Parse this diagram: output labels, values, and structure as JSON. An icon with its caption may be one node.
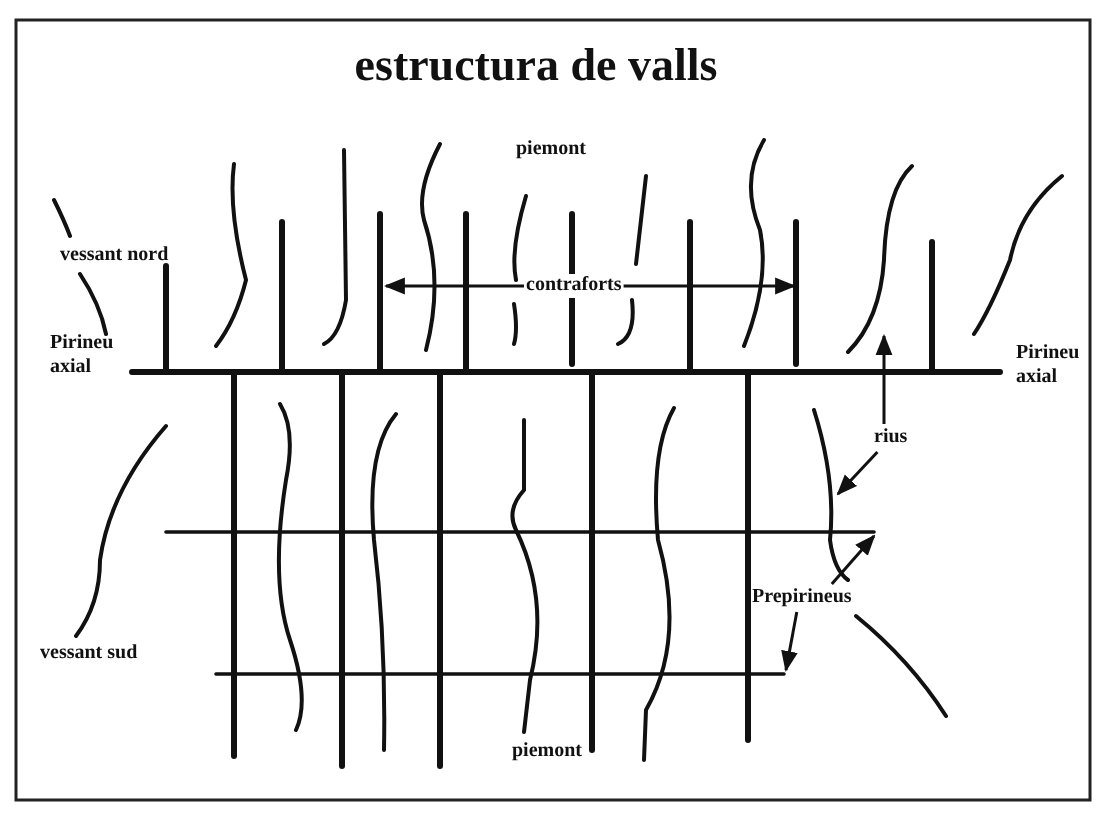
{
  "diagram": {
    "title": "estructura de valls",
    "nodes": [
      {
        "text": [
          "contraforts"
        ]
      },
      {
        "text": [
          "rius"
        ]
      },
      {
        "text": [
          "Prepirineus"
        ]
      }
    ],
    "edges": [
      {
        "from": 0,
        "to": null,
        "arrow": "to"
      },
      {
        "from": 0,
        "to": null,
        "arrow": "to"
      },
      {
        "from": 1,
        "to": null,
        "arrow": "to"
      },
      {
        "from": 1,
        "to": null,
        "arrow": "to"
      },
      {
        "from": 2,
        "to": null,
        "arrow": "to"
      },
      {
        "from": 2,
        "to": null,
        "arrow": "to"
      }
    ],
    "labels": [
      "piemont",
      "vessant nord",
      "Pirineu axial",
      "Pirineu axial",
      "vessant sud",
      "piemont"
    ]
  }
}
